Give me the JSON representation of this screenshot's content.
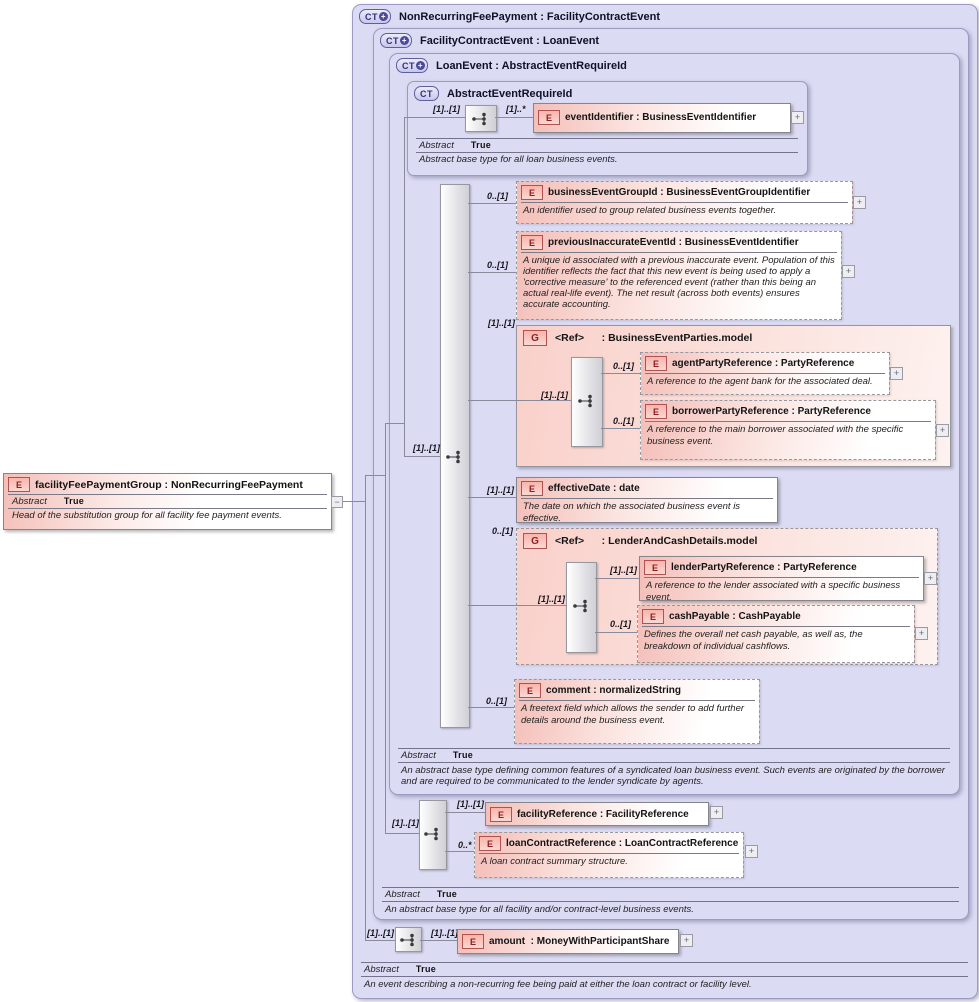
{
  "colors": {
    "canvas_bg": "#ffffff",
    "complex_type_fill": "#dcdbf4",
    "complex_type_border": "#9b9ac2",
    "element_pink": "#f4beb8",
    "group_pink": "#f9d0ca",
    "badge_red_border": "#b05252",
    "badge_red_text": "#8c1f1f",
    "ct_badge_text": "#30307c",
    "connector_line": "#8a8a9a"
  },
  "icons": {
    "complex_type": "CT",
    "derived_plus": "+",
    "element": "E",
    "group": "G",
    "expand": "+",
    "collapse": "−"
  },
  "substitution_element": {
    "title": "facilityFeePaymentGroup : NonRecurringFeePayment",
    "abstract_label": "Abstract",
    "abstract_value": "True",
    "description": "Head of the substitution group for all facility fee payment events."
  },
  "types": {
    "non_recurring_fee_payment": {
      "title": "NonRecurringFeePayment : FacilityContractEvent",
      "abstract_label": "Abstract",
      "abstract_value": "True",
      "description": "An event describing a non-recurring fee being paid at either the loan contract or facility level."
    },
    "facility_contract_event": {
      "title": "FacilityContractEvent : LoanEvent",
      "abstract_label": "Abstract",
      "abstract_value": "True",
      "description": "An abstract base type for all facility and/or contract-level business events."
    },
    "loan_event": {
      "title": "LoanEvent : AbstractEventRequireId",
      "abstract_label": "Abstract",
      "abstract_value": "True",
      "description": "An abstract base type defining common features of a syndicated loan business event. Such events are originated by the borrower and are required to be communicated to the lender syndicate by agents."
    },
    "abstract_event_require_id": {
      "title": "AbstractEventRequireId",
      "abstract_label": "Abstract",
      "abstract_value": "True",
      "description": "Abstract base type for all loan business events."
    }
  },
  "compositors": {
    "abstract_event_require_id": "[1]..[1]",
    "loan_event": "[1]..[1]",
    "facility_contract_event": "[1]..[1]",
    "non_recurring_fee_payment": "[1]..[1]"
  },
  "elements": {
    "event_identifier": {
      "card": "[1]..*",
      "title": "eventIdentifier : BusinessEventIdentifier"
    },
    "business_event_group_id": {
      "card": "0..[1]",
      "title": "businessEventGroupId : BusinessEventGroupIdentifier",
      "description": "An identifier used to group related business events together."
    },
    "previous_inaccurate_event_id": {
      "card": "0..[1]",
      "title": "previousInaccurateEventId : BusinessEventIdentifier",
      "description": "A unique id associated with a previous inaccurate event. Population of this identifier reflects the fact that this new event is being used to apply a 'corrective measure' to the referenced event (rather than this being an actual real-life event). The net result (across both events) ensures accurate accounting."
    },
    "agent_party_reference": {
      "card": "0..[1]",
      "title": "agentPartyReference : PartyReference",
      "description": "A reference to the agent bank for the associated deal."
    },
    "borrower_party_reference": {
      "card": "0..[1]",
      "title": "borrowerPartyReference : PartyReference",
      "description": "A reference to the main borrower associated with the specific business event."
    },
    "effective_date": {
      "card": "[1]..[1]",
      "title": "effectiveDate : date",
      "description": "The date on which the associated business event is effective."
    },
    "lender_party_reference": {
      "card": "[1]..[1]",
      "title": "lenderPartyReference : PartyReference",
      "description": "A reference to the lender associated with a specific business event."
    },
    "cash_payable": {
      "card": "0..[1]",
      "title": "cashPayable : CashPayable",
      "description": "Defines the overall net cash payable, as well as, the breakdown of individual cashflows."
    },
    "comment": {
      "card": "0..[1]",
      "title": "comment : normalizedString",
      "description": "A freetext field which allows the sender to add further details around the business event."
    },
    "facility_reference": {
      "card": "[1]..[1]",
      "title": "facilityReference : FacilityReference"
    },
    "loan_contract_reference": {
      "card": "0..*",
      "title": "loanContractReference : LoanContractReference",
      "description": "A loan contract summary structure."
    },
    "amount": {
      "card": "[1]..[1]",
      "title": "amount  : MoneyWithParticipantShare"
    }
  },
  "groups": {
    "business_event_parties": {
      "card": "[1]..[1]",
      "sequence_card": "[1]..[1]",
      "title": "<Ref>      : BusinessEventParties.model"
    },
    "lender_and_cash_details": {
      "card": "0..[1]",
      "sequence_card": "[1]..[1]",
      "title": "<Ref>      : LenderAndCashDetails.model"
    }
  }
}
